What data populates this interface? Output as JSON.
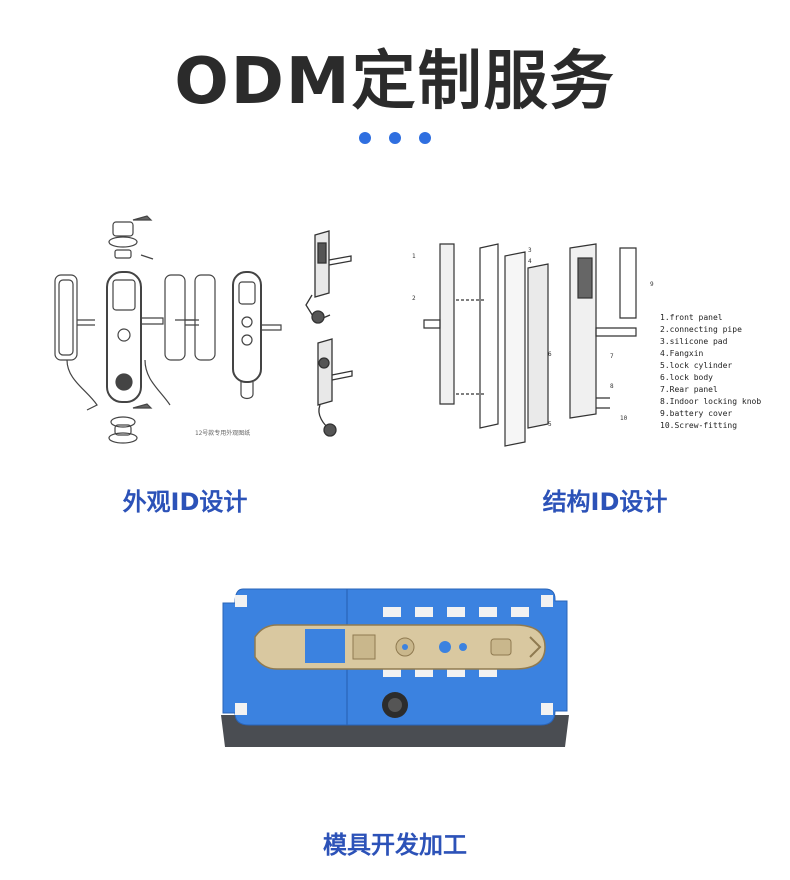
{
  "header": {
    "title": "ODM定制服务"
  },
  "sections": {
    "appearance": {
      "caption": "外观ID设计",
      "drawing_note": "12号款专用外观图纸"
    },
    "structure": {
      "caption": "结构ID设计",
      "parts": [
        "1.front panel",
        "2.connecting pipe",
        "3.silicone pad",
        "4.Fangxin",
        "5.lock cylinder",
        "6.lock body",
        "7.Rear panel",
        "8.Indoor locking knob",
        "9.battery cover",
        "10.Screw-fitting"
      ],
      "callouts": [
        "1",
        "2",
        "3",
        "4",
        "5",
        "6",
        "7",
        "8",
        "9",
        "10"
      ]
    },
    "mold": {
      "caption": "模具开发加工"
    }
  },
  "colors": {
    "accent": "#2f6fe0",
    "caption": "#2c52b8",
    "mold_blue": "#3b82e0"
  }
}
